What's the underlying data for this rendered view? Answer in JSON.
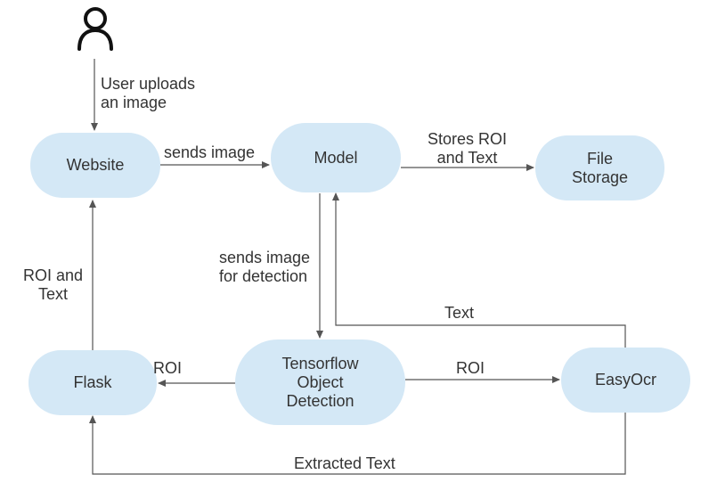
{
  "nodes": {
    "website": "Website",
    "model": "Model",
    "file_storage": "File\nStorage",
    "flask": "Flask",
    "tensorflow": "Tensorflow\nObject\nDetection",
    "easyocr": "EasyOcr"
  },
  "edges": {
    "user_uploads": "User uploads\n an image",
    "sends_image": "sends image",
    "stores_roi": "Stores ROI\nand Text",
    "sends_for_detection": "sends image\nfor detection",
    "text": "Text",
    "roi_to_flask": "ROI",
    "roi_to_easyocr": "ROI",
    "roi_and_text": "ROI and\nText",
    "extracted_text": "Extracted Text"
  },
  "colors": {
    "node_fill": "#d4e8f6",
    "line": "#555555",
    "text": "#333333"
  },
  "icons": {
    "user": "user-icon"
  }
}
